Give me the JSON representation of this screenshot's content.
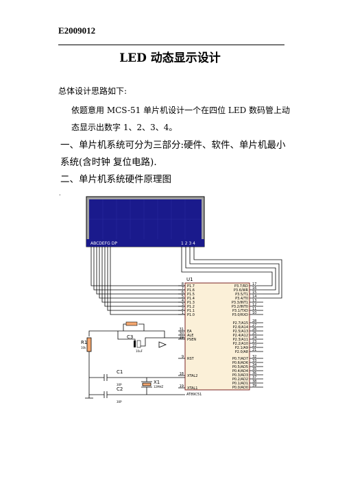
{
  "doc_id": "E2009012",
  "title": "LED 动态显示设计",
  "intro": "总体设计思路如下:",
  "para1_line1": "依题意用 MCS-51 单片机设计一个在四位 LED 数码管上动",
  "para1_line2": "态显示出数字 1、2、3、4。",
  "section1_line1": "一、单片机系统可分为三部分:硬件、软件、单片机最小",
  "section1_line2": "系统(含时钟  复位电路).",
  "section2": "二、单片机系统硬件原理图",
  "dot": ".",
  "schematic": {
    "lcd_left_text": "ABCDEFG  DP",
    "lcd_right_text": "1 2 3 4",
    "chip_ref": "U1",
    "chip_name": "AT89C51",
    "left_pins": [
      {
        "num": "8",
        "label": "P1.7"
      },
      {
        "num": "7",
        "label": "P1.6"
      },
      {
        "num": "6",
        "label": "P1.5"
      },
      {
        "num": "5",
        "label": "P1.4"
      },
      {
        "num": "4",
        "label": "P1.3"
      },
      {
        "num": "3",
        "label": "P1.2"
      },
      {
        "num": "2",
        "label": "P1.1"
      },
      {
        "num": "1",
        "label": "P1.0"
      }
    ],
    "ctrl_pins": [
      {
        "num": "31",
        "label": "EA"
      },
      {
        "num": "30",
        "label": "ALE"
      },
      {
        "num": "29",
        "label": "PSEN"
      }
    ],
    "rst_pin": {
      "num": "9",
      "label": "RST"
    },
    "xtal2_pin": {
      "num": "18",
      "label": "XTAL2"
    },
    "xtal1_pin": {
      "num": "19",
      "label": "XTAL1"
    },
    "right_top_pins": [
      {
        "num": "17",
        "label": "P3.7/RD"
      },
      {
        "num": "16",
        "label": "P3.6/WR"
      },
      {
        "num": "15",
        "label": "P3.5/T1"
      },
      {
        "num": "14",
        "label": "P3.4/T0"
      },
      {
        "num": "13",
        "label": "P3.3/INT1"
      },
      {
        "num": "12",
        "label": "P3.2/INT0"
      },
      {
        "num": "11",
        "label": "P3.1/TXD"
      },
      {
        "num": "10",
        "label": "P3.0/RXD"
      }
    ],
    "right_mid_pins": [
      {
        "num": "28",
        "label": "P2.7/A15"
      },
      {
        "num": "27",
        "label": "P2.6/A14"
      },
      {
        "num": "26",
        "label": "P2.5/A13"
      },
      {
        "num": "25",
        "label": "P2.4/A12"
      },
      {
        "num": "24",
        "label": "P2.3/A11"
      },
      {
        "num": "23",
        "label": "P2.2/A10"
      },
      {
        "num": "22",
        "label": "P2.1/A9"
      },
      {
        "num": "21",
        "label": "P2.0/A8"
      }
    ],
    "right_bot_pins": [
      {
        "num": "32",
        "label": "P0.7/AD7"
      },
      {
        "num": "33",
        "label": "P0.6/AD6"
      },
      {
        "num": "34",
        "label": "P0.5/AD5"
      },
      {
        "num": "35",
        "label": "P0.4/AD4"
      },
      {
        "num": "36",
        "label": "P0.3/AD3"
      },
      {
        "num": "37",
        "label": "P0.2/AD2"
      },
      {
        "num": "38",
        "label": "P0.1/AD1"
      },
      {
        "num": "39",
        "label": "P0.0/AD0"
      }
    ],
    "r1_label": "R1",
    "r1_value": "10k",
    "c3_label": "C3",
    "c3_value": "10uF",
    "c1_label": "C1",
    "c1_value": "30P",
    "c2_label": "C2",
    "c2_value": "30P",
    "x1_label": "X1",
    "x1_value": "12MHZ"
  }
}
